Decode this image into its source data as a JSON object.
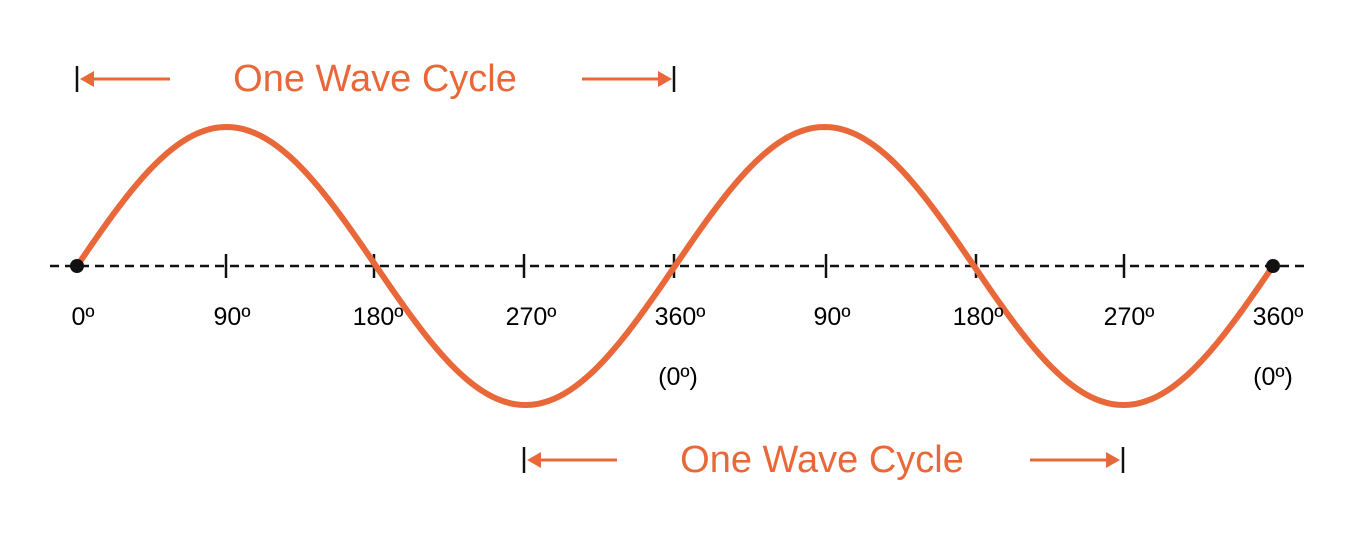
{
  "colors": {
    "accent": "#E8683A",
    "axis": "#111111",
    "text": "#000000",
    "background": "#ffffff"
  },
  "cycle_labels": {
    "top": "One Wave Cycle",
    "bottom": "One Wave Cycle"
  },
  "angle_labels": [
    "0º",
    "90º",
    "180º",
    "270º",
    "360º",
    "90º",
    "180º",
    "270º",
    "360º"
  ],
  "reset_labels": [
    "(0º)",
    "(0º)"
  ]
}
